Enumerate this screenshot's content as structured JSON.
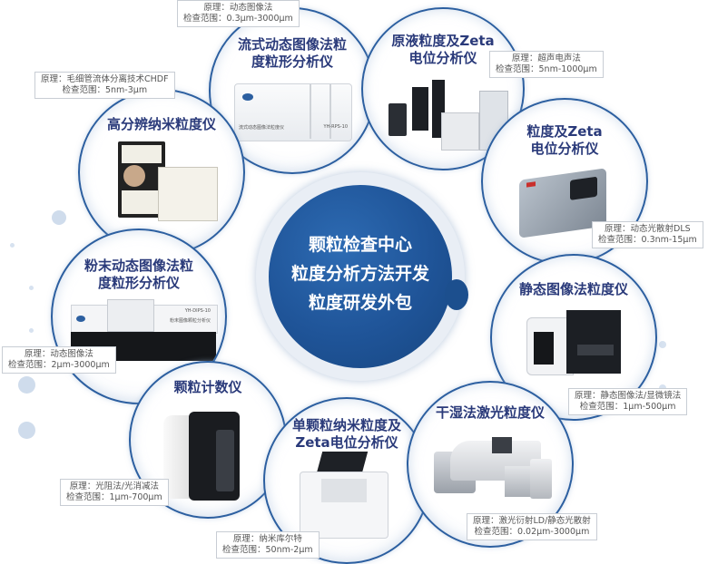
{
  "center": {
    "lines": [
      "颗粒检查中心",
      "粒度分析方法开发",
      "粒度研发外包"
    ],
    "colors": {
      "fill": "#1f5498",
      "ring": "#e9eef5",
      "border": "#2c5fa0",
      "title_text": "#2a3a7a"
    }
  },
  "instruments": [
    {
      "title_lines": [
        "流式动态图像法粒",
        "度粒形分析仪"
      ],
      "principle": "原理：动态图像法",
      "range": "检查范围：0.3μm-3000μm"
    },
    {
      "title_lines": [
        "原液粒度及Zeta",
        "电位分析仪"
      ],
      "principle": "原理：超声电声法",
      "range": "检查范围：5nm-1000μm"
    },
    {
      "title_lines": [
        "高分辨纳米粒度仪"
      ],
      "principle": "原理：毛细管流体分离技术CHDF",
      "range": "检查范围：5nm-3μm"
    },
    {
      "title_lines": [
        "粒度及Zeta",
        "电位分析仪"
      ],
      "principle": "原理：动态光散射DLS",
      "range": "检查范围：0.3nm-15μm"
    },
    {
      "title_lines": [
        "粉末动态图像法粒",
        "度粒形分析仪"
      ],
      "principle": "原理：动态图像法",
      "range": "检查范围：2μm-3000μm"
    },
    {
      "title_lines": [
        "静态图像法粒度仪"
      ],
      "principle": "原理：静态图像法/显微镜法",
      "range": "检查范围：1μm-500μm"
    },
    {
      "title_lines": [
        "颗粒计数仪"
      ],
      "principle": "原理：光阻法/光消减法",
      "range": "检查范围：1μm-700μm"
    },
    {
      "title_lines": [
        "单颗粒纳米粒度及",
        "Zeta电位分析仪"
      ],
      "principle": "原理：纳米库尔特",
      "range": "检查范围：50nm-2μm"
    },
    {
      "title_lines": [
        "干湿法激光粒度仪"
      ],
      "principle": "原理：激光衍射LD/静态光散射",
      "range": "检查范围：0.02μm-3000μm"
    }
  ],
  "device_labels": {
    "flow_dip": [
      "流式动态图像法粒度仪",
      "YH-RPS-10"
    ],
    "powder_dip": [
      "YH-DIPS-10",
      "粉末图像颗粒分析仪"
    ]
  }
}
